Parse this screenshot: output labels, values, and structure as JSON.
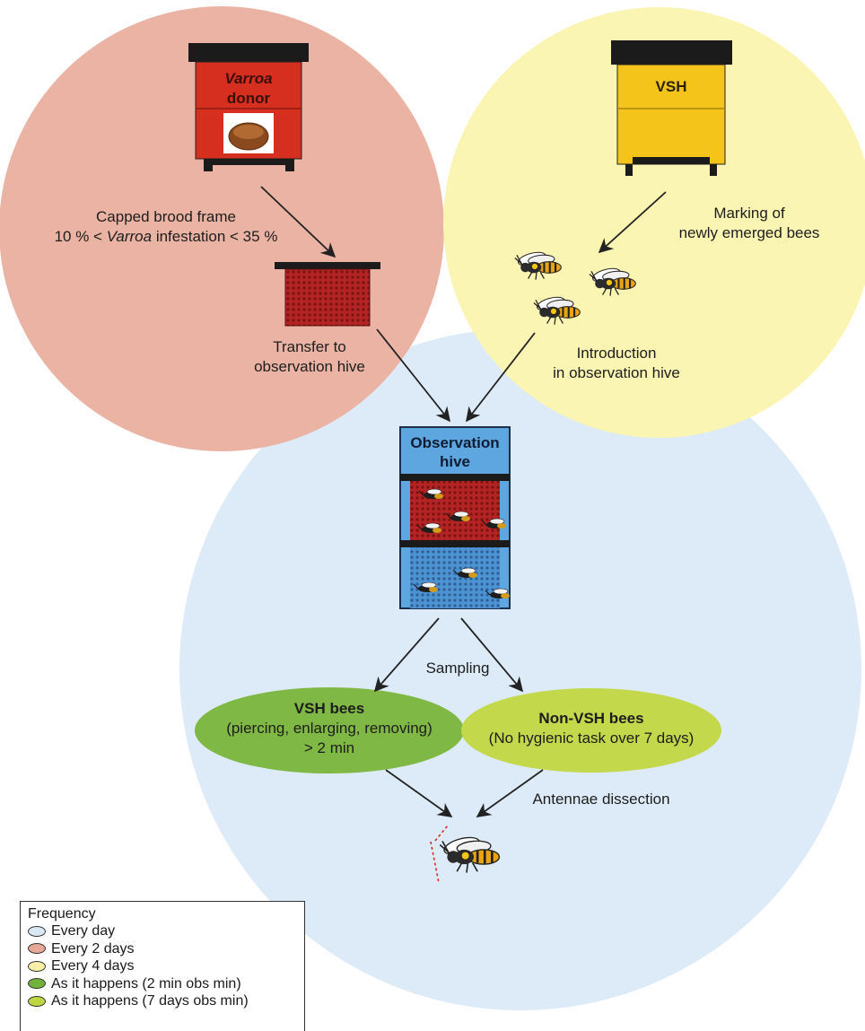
{
  "donor_hive": {
    "italic_label": "Varroa",
    "label": "donor"
  },
  "vsh_hive": {
    "label": "VSH"
  },
  "steps": {
    "capped_frame_line1": "Capped brood frame",
    "capped_frame_line2_pre": "10 % < ",
    "capped_frame_line2_italic": "Varroa",
    "capped_frame_line2_post": " infestation < 35 %",
    "transfer_line1": "Transfer to",
    "transfer_line2": "observation hive",
    "marking_line1": "Marking of",
    "marking_line2": "newly emerged bees",
    "introduction_line1": "Introduction",
    "introduction_line2": "in observation hive",
    "sampling": "Sampling",
    "antennae": "Antennae dissection"
  },
  "observation_hive": {
    "line1": "Observation",
    "line2": "hive"
  },
  "vsh_bees": {
    "title": "VSH bees",
    "line2": "(piercing, enlarging, removing)",
    "line3": "> 2 min"
  },
  "non_vsh_bees": {
    "title": "Non-VSH bees",
    "line2": "(No hygienic task over 7 days)"
  },
  "legend": {
    "title": "Frequency",
    "items": [
      {
        "label": "Every day",
        "color": "#d8e9f5"
      },
      {
        "label": "Every 2 days",
        "color": "#e8a898"
      },
      {
        "label": "Every 4 days",
        "color": "#f8f0a6"
      },
      {
        "label": "As it happens (2 min obs min)",
        "color": "#72b23c"
      },
      {
        "label": "As it happens (7 days obs min)",
        "color": "#bfd643"
      }
    ]
  },
  "colors": {
    "every_day": "#dcebf7",
    "every_2_days": "#ebb3a3",
    "every_4_days": "#fbf5b4",
    "vsh_ellipse": "#7fb845",
    "non_vsh_ellipse": "#c3d84a",
    "donor_hive": "#d62e1f",
    "vsh_hive": "#f5c41b",
    "observation_hive": "#5ea6e0",
    "brood_red": "#b22020",
    "brood_blue": "#4a8fd0"
  }
}
